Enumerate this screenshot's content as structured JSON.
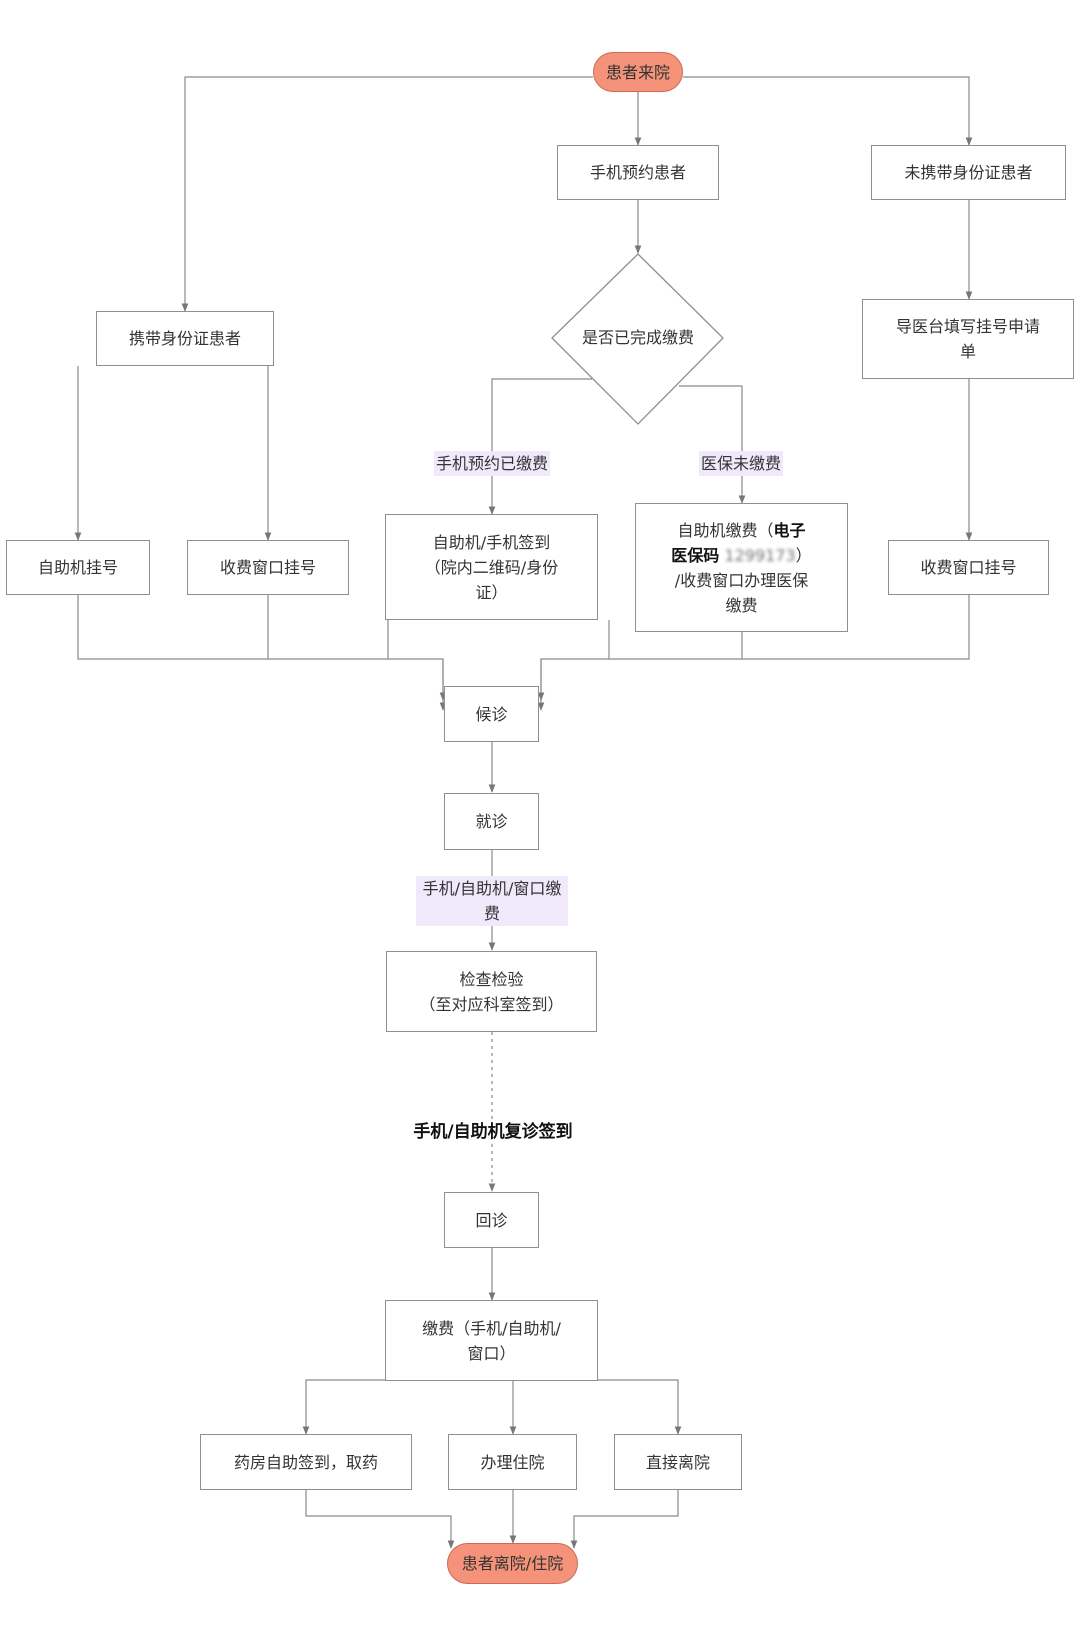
{
  "colors": {
    "terminal_fill": "#f4937a",
    "terminal_border": "#cc6a55",
    "edge": "#777777",
    "label_bg": "#efe9fb"
  },
  "nodes": {
    "start": "患者来院",
    "mobile_appointment": "手机预约患者",
    "no_id_card": "未携带身份证患者",
    "with_id_card": "携带身份证患者",
    "payment_decision": "是否已完成缴费",
    "guide_desk_form": "导医台填写挂号申请\n单",
    "self_service_register": "自助机挂号",
    "window_register_left": "收费窗口挂号",
    "checkin": "自助机/手机签到\n（院内二维码/身份\n证）",
    "selfpay_line1_prefix": "自助机缴费（",
    "selfpay_line1_highlight": "电子",
    "selfpay_line2_highlight": "医保码",
    "selfpay_line2_blurred": "1299173",
    "selfpay_line2_suffix": "）",
    "selfpay_line3": "/收费窗口办理医保",
    "selfpay_line4": "缴费",
    "window_register_right": "收费窗口挂号",
    "waiting": "候诊",
    "consultation": "就诊",
    "examination": "检查检验\n（至对应科室签到）",
    "return_visit": "回诊",
    "payment": "缴费（手机/自助机/\n窗口）",
    "pharmacy": "药房自助签到，取药",
    "hospitalization": "办理住院",
    "discharge_direct": "直接离院",
    "end": "患者离院/住院"
  },
  "edge_labels": {
    "paid": "手机预约已缴费",
    "insurance_unpaid": "医保未缴费",
    "pay_methods": "手机/自助机/窗口缴\n费",
    "revisit_checkin": "手机/自助机复诊签到"
  }
}
